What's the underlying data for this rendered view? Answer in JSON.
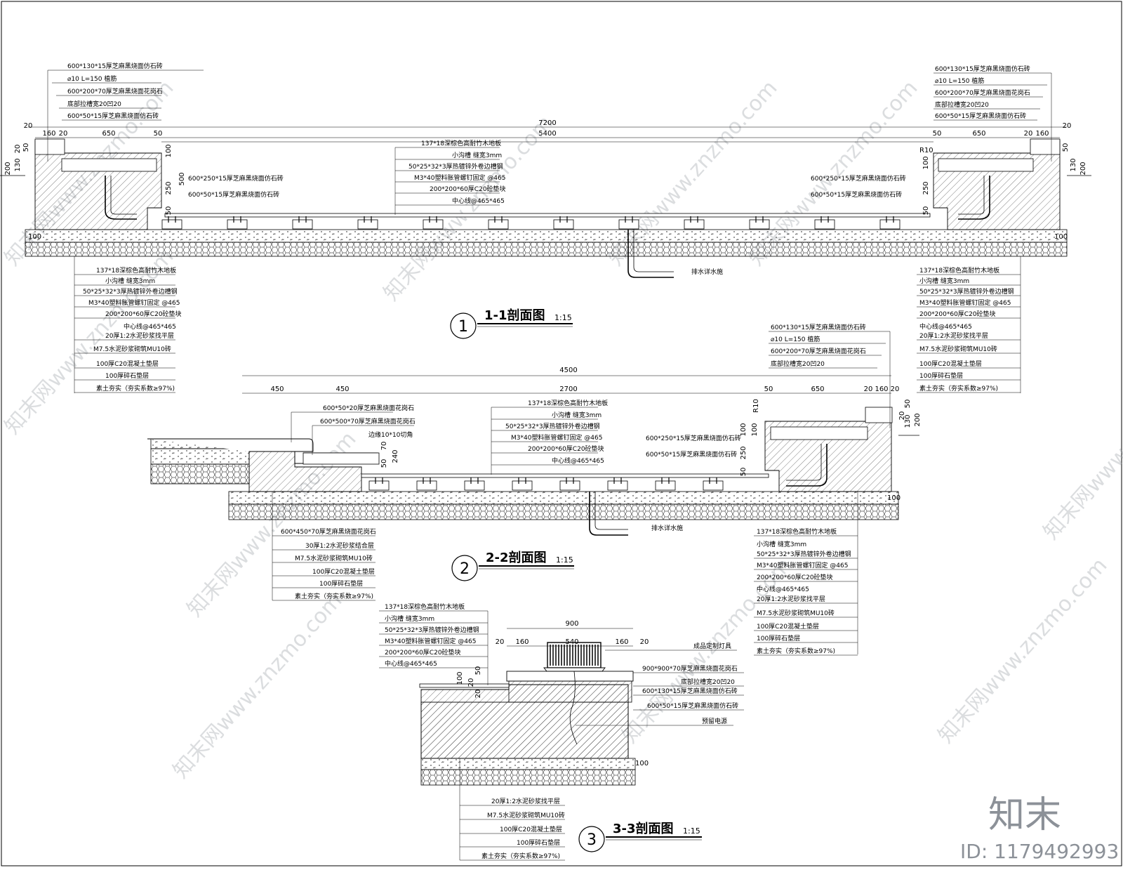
{
  "sections": [
    {
      "number": "1",
      "title": "1-1剖面图",
      "scale": "1:15",
      "dims_top": [
        "7200",
        "5400",
        "650",
        "50",
        "160",
        "20",
        "20"
      ],
      "dims_side": [
        "200",
        "130",
        "20",
        "50",
        "100",
        "500",
        "250",
        "50",
        "100",
        "R10"
      ],
      "left_callouts": [
        "600*130*15厚芝麻黑烧面仿石砖",
        "⌀10 L=150 植筋",
        "600*200*70厚芝麻黑烧面花岗石",
        "底部拉槽宽20凹20",
        "600*50*15厚芝麻黑烧面仿石砖"
      ],
      "right_callouts": [
        "600*130*15厚芝麻黑烧面仿石砖",
        "⌀10 L=150 植筋",
        "600*200*70厚芝麻黑烧面花岗石",
        "底部拉槽宽20凹20",
        "600*50*15厚芝麻黑烧面仿石砖"
      ],
      "inner_left": [
        "600*250*15厚芝麻黑烧面仿石砖",
        "600*50*15厚芝麻黑烧面仿石砖"
      ],
      "inner_right": [
        "600*250*15厚芝麻黑烧面仿石砖",
        "600*50*15厚芝麻黑烧面仿石砖"
      ],
      "center_callouts": [
        "137*18深棕色高耐竹木地板",
        "小沟槽  缝宽3mm",
        "50*25*32*3厚热镀锌外卷边槽钢",
        "M3*40塑料胀管螺钉固定 @465",
        "200*200*60厚C20砼垫块",
        "中心线@465*465"
      ],
      "drain": "排水详水施",
      "bottom_left": [
        "137*18深棕色高耐竹木地板",
        "小沟槽  缝宽3mm",
        "50*25*32*3厚热镀锌外卷边槽钢",
        "M3*40塑料胀管螺钉固定 @465",
        "200*200*60厚C20砼垫块",
        "中心线@465*465",
        "20厚1:2水泥砂浆找平层",
        "M7.5水泥砂浆砌筑MU10砖",
        "100厚C20混凝土垫层",
        "100厚碎石垫层",
        "素土夯实（夯实系数≥97%)"
      ],
      "bottom_right": [
        "137*18深棕色高耐竹木地板",
        "小沟槽  缝宽3mm",
        "50*25*32*3厚热镀锌外卷边槽钢",
        "M3*40塑料胀管螺钉固定 @465",
        "200*200*60厚C20砼垫块",
        "中心线@465*465",
        "20厚1:2水泥砂浆找平层",
        "M7.5水泥砂浆砌筑MU10砖",
        "100厚C20混凝土垫层",
        "100厚碎石垫层",
        "素土夯实（夯实系数≥97%)"
      ]
    },
    {
      "number": "2",
      "title": "2-2剖面图",
      "scale": "1:15",
      "dims_top": [
        "4500",
        "450",
        "450",
        "2700",
        "50",
        "650",
        "20",
        "160",
        "20"
      ],
      "dims_side": [
        "100",
        "100",
        "250",
        "50",
        "70",
        "50",
        "240",
        "R10",
        "50",
        "20",
        "130",
        "200"
      ],
      "top_right": [
        "600*130*15厚芝麻黑烧面仿石砖",
        "⌀10 L=150 植筋",
        "600*200*70厚芝麻黑烧面花岗石",
        "底部拉槽宽20凹20"
      ],
      "left_callouts": [
        "600*50*20厚芝麻黑烧面花岗石",
        "600*500*70厚芝麻黑烧面花岗石",
        "边缘10*10切角"
      ],
      "center_callouts": [
        "137*18深棕色高耐竹木地板",
        "小沟槽  缝宽3mm",
        "50*25*32*3厚热镀锌外卷边槽钢",
        "M3*40塑料胀管螺钉固定 @465",
        "200*200*60厚C20砼垫块",
        "中心线@465*465"
      ],
      "inner_right": [
        "600*250*15厚芝麻黑烧面仿石砖",
        "600*50*15厚芝麻黑烧面仿石砖"
      ],
      "drain": "排水详水施",
      "bottom_left": [
        "600*450*70厚芝麻黑烧面花岗石",
        "30厚1:2水泥砂浆结合层",
        "M7.5水泥砂浆砌筑MU10砖",
        "100厚C20混凝土垫层",
        "100厚碎石垫层",
        "素土夯实（夯实系数≥97%)"
      ],
      "bottom_right": [
        "137*18深棕色高耐竹木地板",
        "小沟槽  缝宽3mm",
        "50*25*32*3厚热镀锌外卷边槽钢",
        "M3*40塑料胀管螺钉固定 @465",
        "200*200*60厚C20砼垫块",
        "中心线@465*465",
        "20厚1:2水泥砂浆找平层",
        "M7.5水泥砂浆砌筑MU10砖",
        "100厚C20混凝土垫层",
        "100厚碎石垫层",
        "素土夯实（夯实系数≥97%)"
      ],
      "bottom_dim": "100"
    },
    {
      "number": "3",
      "title": "3-3剖面图",
      "scale": "1:15",
      "dims_top": [
        "900",
        "20",
        "160",
        "540",
        "160",
        "20"
      ],
      "dims_side": [
        "100",
        "20",
        "50",
        "20"
      ],
      "left_callouts": [
        "137*18深棕色高耐竹木地板",
        "小沟槽  缝宽3mm",
        "50*25*32*3厚热镀锌外卷边槽钢",
        "M3*40塑料胀管螺钉固定 @465",
        "200*200*60厚C20砼垫块",
        "中心线@465*465"
      ],
      "right_callouts": [
        "成品定制灯具",
        "900*900*70厚芝麻黑烧面花岗石",
        "底部拉槽宽20凹20",
        "600*130*15厚芝麻黑烧面仿石砖",
        "600*50*15厚芝麻黑烧面仿石砖",
        "预留电源"
      ],
      "bottom": [
        "20厚1:2水泥砂浆找平层",
        "M7.5水泥砂浆砌筑MU10砖",
        "100厚C20混凝土垫层",
        "100厚碎石垫层",
        "素土夯实（夯实系数≥97%)"
      ],
      "bottom_dim": "100"
    }
  ],
  "brand": {
    "logo": "知末",
    "id": "ID: 1179492993",
    "watermark": "知末网www.znzmo.com"
  }
}
